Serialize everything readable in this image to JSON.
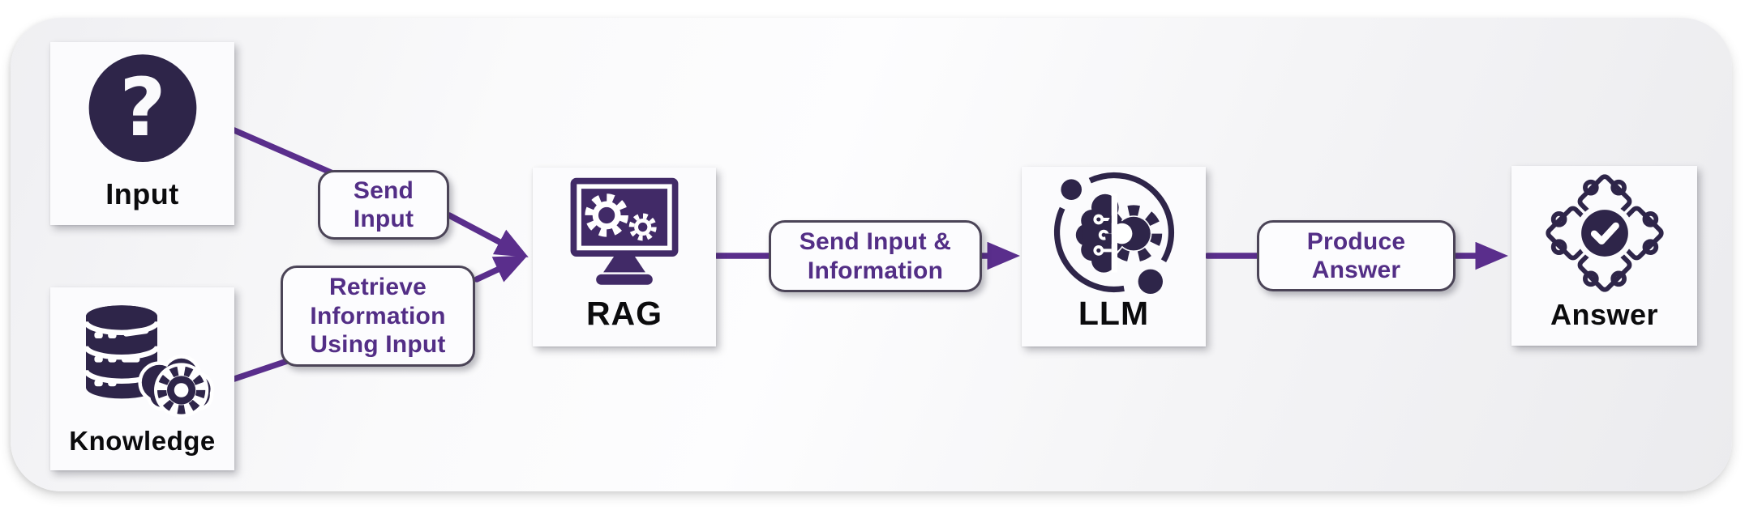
{
  "diagram": {
    "title": "RAG flow diagram",
    "type": "flow",
    "nodes": [
      {
        "id": "input",
        "label": "Input",
        "icon": "question-circle-icon"
      },
      {
        "id": "knowledge",
        "label": "Knowledge",
        "icon": "database-gear-icon"
      },
      {
        "id": "rag",
        "label": "RAG",
        "icon": "monitor-gears-icon"
      },
      {
        "id": "llm",
        "label": "LLM",
        "icon": "brain-gear-icon"
      },
      {
        "id": "answer",
        "label": "Answer",
        "icon": "puzzle-check-icon"
      }
    ],
    "edges": [
      {
        "from": "input",
        "to": "rag",
        "label": "Send Input"
      },
      {
        "from": "knowledge",
        "to": "rag",
        "label": "Retrieve Information Using Input"
      },
      {
        "from": "rag",
        "to": "llm",
        "label": "Send Input & Information"
      },
      {
        "from": "llm",
        "to": "answer",
        "label": "Produce Answer"
      }
    ],
    "colors": {
      "arrow_purple": "#5a2e8c",
      "label_text_purple": "#532e86",
      "icon_dark": "#2e2549",
      "rag_icon_purple": "#412a67",
      "node_label_black": "#0b0b0d",
      "pill_border": "#4b4457",
      "node_background": "#fbfbfd",
      "panel_background": "#f2f2f5"
    }
  }
}
